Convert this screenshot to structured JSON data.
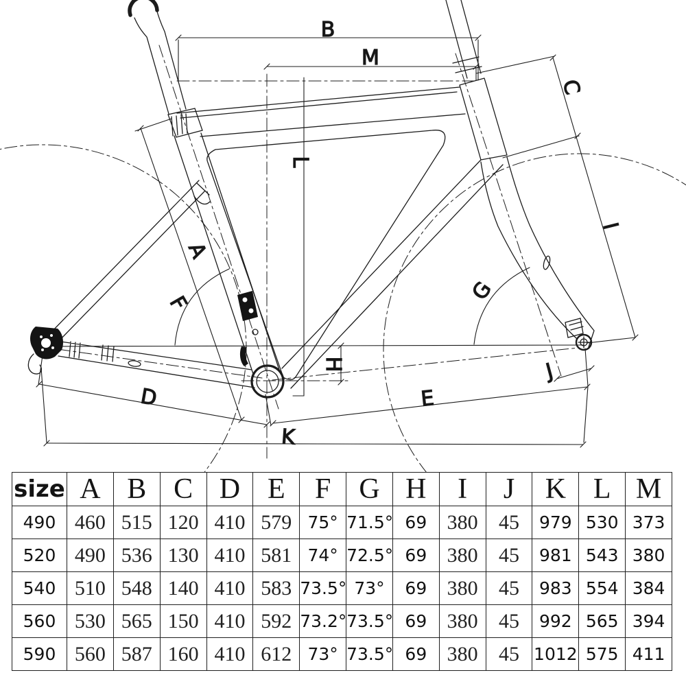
{
  "diagram": {
    "labels": {
      "A": "A",
      "B": "B",
      "C": "C",
      "D": "D",
      "E": "E",
      "F": "F",
      "G": "G",
      "H": "H",
      "I": "I",
      "J": "J",
      "K": "K",
      "L": "L",
      "M": "M"
    }
  },
  "table": {
    "header": [
      "size",
      "A",
      "B",
      "C",
      "D",
      "E",
      "F",
      "G",
      "H",
      "I",
      "J",
      "K",
      "L",
      "M"
    ],
    "rows": [
      [
        "490",
        "460",
        "515",
        "120",
        "410",
        "579",
        "75°",
        "71.5°",
        "69",
        "380",
        "45",
        "979",
        "530",
        "373"
      ],
      [
        "520",
        "490",
        "536",
        "130",
        "410",
        "581",
        "74°",
        "72.5°",
        "69",
        "380",
        "45",
        "981",
        "543",
        "380"
      ],
      [
        "540",
        "510",
        "548",
        "140",
        "410",
        "583",
        "73.5°",
        "73°",
        "69",
        "380",
        "45",
        "983",
        "554",
        "384"
      ],
      [
        "560",
        "530",
        "565",
        "150",
        "410",
        "592",
        "73.2°",
        "73.5°",
        "69",
        "380",
        "45",
        "992",
        "565",
        "394"
      ],
      [
        "590",
        "560",
        "587",
        "160",
        "410",
        "612",
        "73°",
        "73.5°",
        "69",
        "380",
        "45",
        "1012",
        "575",
        "411"
      ]
    ]
  },
  "colors": {
    "line": "#1c1c1c",
    "text": "#141414",
    "background": "#ffffff"
  }
}
